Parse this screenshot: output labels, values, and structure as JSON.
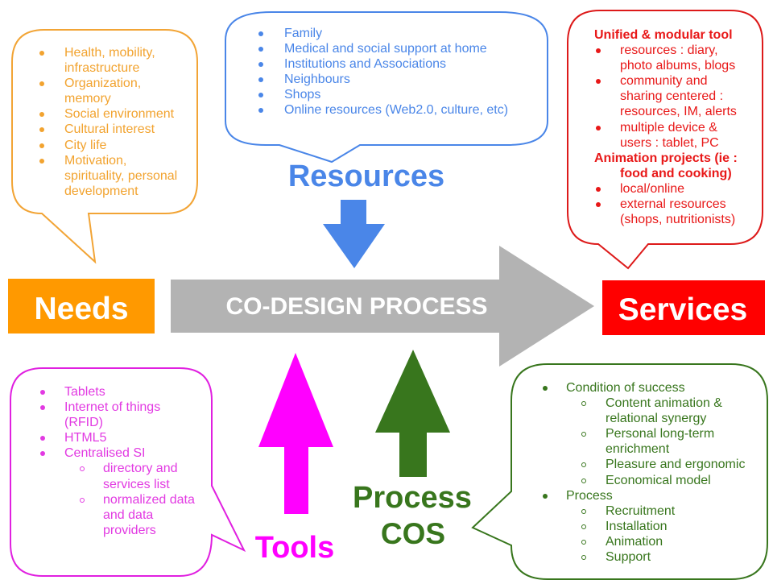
{
  "diagram": {
    "central_process_label": "CO-DESIGN PROCESS",
    "needs_label": "Needs",
    "services_label": "Services",
    "resources_label": "Resources",
    "tools_label": "Tools",
    "process_cos_label": [
      "Process",
      "COS"
    ]
  },
  "needs_bubble": {
    "items": [
      "Health, mobility, infrastructure",
      "Organization, memory",
      "Social environment",
      "Cultural interest",
      "City life",
      "Motivation, spirituality, personal development"
    ]
  },
  "resources_bubble": {
    "items": [
      "Family",
      "Medical and social support at home",
      "Institutions and Associations",
      "Neighbours",
      "Shops",
      "Online resources (Web2.0, culture, etc)"
    ]
  },
  "services_bubble": {
    "sections": [
      {
        "heading": "Unified & modular tool",
        "items": [
          "resources : diary, photo albums, blogs",
          "community and sharing centered : resources, IM, alerts",
          "multiple device & users : tablet, PC"
        ]
      },
      {
        "heading": "Animation projects (ie : food and cooking)",
        "items": [
          "local/online",
          "external resources (shops, nutritionists)"
        ]
      }
    ]
  },
  "tools_bubble": {
    "items": [
      {
        "label": "Tablets"
      },
      {
        "label": "Internet of things (RFID)"
      },
      {
        "label": "HTML5"
      },
      {
        "label": "Centralised SI",
        "subitems": [
          "directory and services list",
          "normalized data and data providers"
        ]
      }
    ]
  },
  "process_bubble": {
    "items": [
      {
        "label": "Condition of success",
        "subitems": [
          "Content animation & relational synergy",
          "Personal long-term enrichment",
          "Pleasure and ergonomic",
          "Economical model"
        ]
      },
      {
        "label": "Process",
        "subitems": [
          "Recruitment",
          "Installation",
          "Animation",
          "Support"
        ]
      }
    ]
  },
  "colors": {
    "needs_fill": "#FF9900",
    "needs_text": "#F2A32F",
    "needs_stroke": "#F2A435",
    "resources": "#4A86E8",
    "services_fill": "#FF0000",
    "services_text": "#E81818",
    "services_stroke": "#DD1A1A",
    "tools_fill": "#FF00FF",
    "tools_text": "#E23AE2",
    "tools_stroke": "#E020E0",
    "process_green": "#38761D",
    "process_arrow": "#B3B3B3",
    "label_white": "#FFFFFF"
  }
}
